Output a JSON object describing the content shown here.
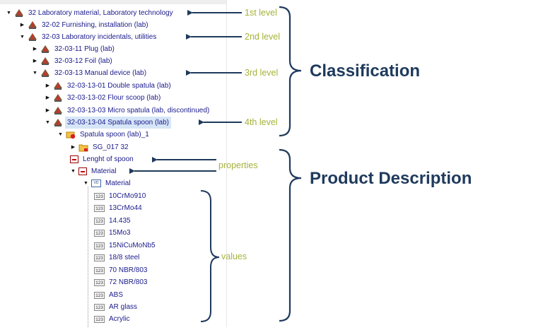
{
  "tree": {
    "rows": [
      {
        "label": "32 Laboratory material, Laboratory technology",
        "icon": "classification-node-icon",
        "toggle": "expanded"
      },
      {
        "label": "32-02 Furnishing, installation (lab)",
        "icon": "classification-node-icon",
        "toggle": "collapsed"
      },
      {
        "label": "32-03 Laboratory incidentals, utilities",
        "icon": "classification-node-icon",
        "toggle": "expanded"
      },
      {
        "label": "32-03-11 Plug (lab)",
        "icon": "classification-node-icon",
        "toggle": "collapsed"
      },
      {
        "label": "32-03-12 Foil (lab)",
        "icon": "classification-node-icon",
        "toggle": "collapsed"
      },
      {
        "label": "32-03-13 Manual device (lab)",
        "icon": "classification-node-icon",
        "toggle": "expanded"
      },
      {
        "label": "32-03-13-01 Double spatula (lab)",
        "icon": "classification-node-icon",
        "toggle": "collapsed"
      },
      {
        "label": "32-03-13-02 Flour scoop (lab)",
        "icon": "classification-node-icon",
        "toggle": "collapsed"
      },
      {
        "label": "32-03-13-03 Micro spatula (lab, discontinued)",
        "icon": "classification-node-icon",
        "toggle": "collapsed"
      },
      {
        "label": "32-03-13-04 Spatula spoon (lab)",
        "icon": "classification-node-icon",
        "toggle": "expanded",
        "selected": true
      },
      {
        "label": "Spatula spoon (lab)_1",
        "icon": "product-icon",
        "toggle": "expanded"
      },
      {
        "label": "SG_017 32",
        "icon": "folder-icon",
        "toggle": "collapsed"
      },
      {
        "label": "Lenght of spoon",
        "icon": "property-icon",
        "toggle": "none"
      },
      {
        "label": "Material",
        "icon": "property-icon",
        "toggle": "expanded"
      },
      {
        "label": "Material",
        "icon": "value-folder-icon",
        "toggle": "expanded",
        "icon_text": "VD"
      },
      {
        "label": "10CrMo910",
        "icon": "value-icon",
        "toggle": "none",
        "icon_text": "123"
      },
      {
        "label": "13CrMo44",
        "icon": "value-icon",
        "toggle": "none",
        "icon_text": "123"
      },
      {
        "label": "14.435",
        "icon": "value-icon",
        "toggle": "none",
        "icon_text": "123"
      },
      {
        "label": "15Mo3",
        "icon": "value-icon",
        "toggle": "none",
        "icon_text": "123"
      },
      {
        "label": "15NiCuMoNb5",
        "icon": "value-icon",
        "toggle": "none",
        "icon_text": "123"
      },
      {
        "label": "18/8 steel",
        "icon": "value-icon",
        "toggle": "none",
        "icon_text": "123"
      },
      {
        "label": "70 NBR/803",
        "icon": "value-icon",
        "toggle": "none",
        "icon_text": "123"
      },
      {
        "label": "72 NBR/803",
        "icon": "value-icon",
        "toggle": "none",
        "icon_text": "123"
      },
      {
        "label": "ABS",
        "icon": "value-icon",
        "toggle": "none",
        "icon_text": "123"
      },
      {
        "label": "AR glass",
        "icon": "value-icon",
        "toggle": "none",
        "icon_text": "123"
      },
      {
        "label": "Acrylic",
        "icon": "value-icon",
        "toggle": "none",
        "icon_text": "123"
      }
    ]
  },
  "annotations": {
    "level1": "1st level",
    "level2": "2nd level",
    "level3": "3rd level",
    "level4": "4th level",
    "properties": "properties",
    "values": "values"
  },
  "groups": {
    "classification": "Classification",
    "product_description": "Product Description"
  },
  "colors": {
    "tree_text": "#1a1a8c",
    "annotation_text": "#a6b23a",
    "arrow": "#1f3a5c",
    "group_label": "#1f3a5c",
    "selection": "#d6e6f7"
  }
}
